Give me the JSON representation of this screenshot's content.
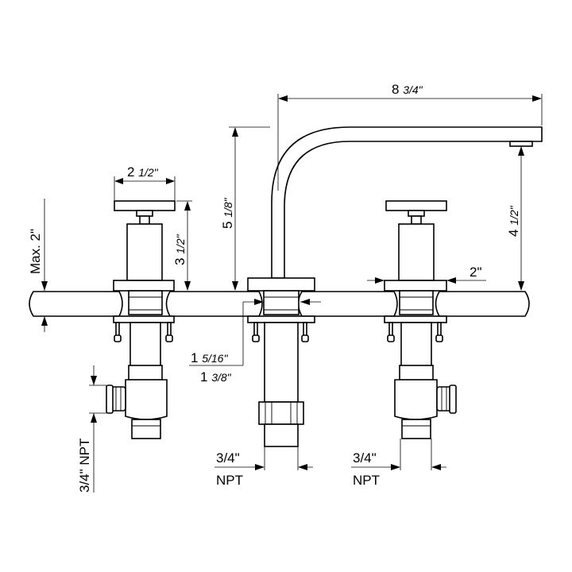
{
  "dimensions": {
    "spout_reach": {
      "main": "8",
      "frac": "3/4\""
    },
    "spout_height": {
      "main": "5",
      "frac": "1/8\""
    },
    "spout_clearance": {
      "main": "4",
      "frac": "1/2\""
    },
    "handle_width": {
      "main": "2",
      "frac": "1/2\""
    },
    "handle_height": {
      "main": "3",
      "frac": "1/2\""
    },
    "deck_max": "Max. 2\"",
    "flange": "2\"",
    "hole_top": {
      "main": "1",
      "frac": "5/16\""
    },
    "hole_bottom": {
      "main": "1",
      "frac": "3/8\""
    },
    "left_npt": "3/4\" NPT",
    "center_npt": {
      "top": "3/4\"",
      "bottom": "NPT"
    },
    "right_npt": {
      "top": "3/4\"",
      "bottom": "NPT"
    }
  }
}
